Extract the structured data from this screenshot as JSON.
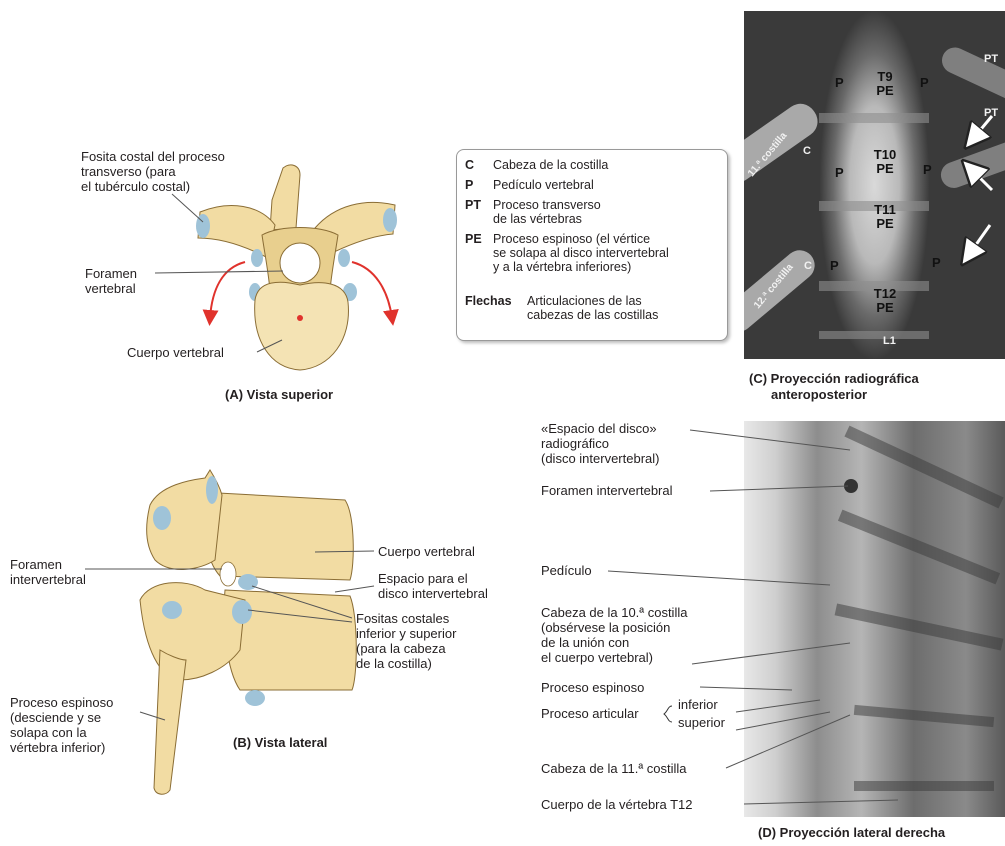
{
  "panelA": {
    "caption": "(A) Vista superior",
    "label_fosita": [
      "Fosita costal del proceso",
      "transverso (para",
      "el tubérculo costal)"
    ],
    "label_foramen": [
      "Foramen",
      "vertebral"
    ],
    "label_cuerpo": "Cuerpo vertebral"
  },
  "panelB": {
    "caption": "(B) Vista lateral",
    "label_foramen_iv": [
      "Foramen",
      "intervertebral"
    ],
    "label_proceso": [
      "Proceso espinoso",
      "(desciende y se",
      "solapa con la",
      "vértebra inferior)"
    ],
    "label_cuerpo": "Cuerpo vertebral",
    "label_espacio": [
      "Espacio para el",
      "disco intervertebral"
    ],
    "label_fositas": [
      "Fositas costales",
      "inferior y superior",
      "(para la cabeza",
      "de la costilla)"
    ]
  },
  "legend": {
    "items": [
      {
        "key": "C",
        "text": [
          "Cabeza de la costilla"
        ]
      },
      {
        "key": "P",
        "text": [
          "Pedículo vertebral"
        ]
      },
      {
        "key": "PT",
        "text": [
          "Proceso transverso",
          "de las vértebras"
        ]
      },
      {
        "key": "PE",
        "text": [
          "Proceso espinoso (el vértice",
          "se solapa al disco intervertebral",
          "y a la vértebra inferiores)"
        ]
      },
      {
        "key": "Flechas",
        "text": [
          "Articulaciones de las",
          "cabezas de las costillas"
        ]
      }
    ]
  },
  "panelC": {
    "caption": [
      "(C) Proyección radiográfica",
      "anteroposterior"
    ],
    "marks": {
      "t9": "T9",
      "t10": "T10",
      "t11": "T11",
      "t12": "T12",
      "pe": "PE",
      "p": "P",
      "l1": "L1",
      "pt": "PT",
      "c": "C",
      "rib11": "11.ª costilla",
      "rib12": "12.ª costilla"
    }
  },
  "panelD": {
    "caption": "(D) Proyección lateral derecha",
    "label_espacio": [
      "«Espacio del disco»",
      "radiográfico",
      "(disco intervertebral)"
    ],
    "label_foramen": "Foramen intervertebral",
    "label_pediculo": "Pedículo",
    "label_cabeza10": [
      "Cabeza de la 10.ª costilla",
      "(obsérvese la posición",
      "de la unión con",
      "el cuerpo vertebral)"
    ],
    "label_proceso": "Proceso espinoso",
    "label_articular": "Proceso articular",
    "label_inferior": "inferior",
    "label_superior": "superior",
    "label_cabeza11": "Cabeza de la 11.ª costilla",
    "label_cuerpo12": "Cuerpo de la vértebra T12"
  },
  "colors": {
    "bone": "#f2dca3",
    "bone_dark": "#c9ab6a",
    "cartilage": "#9fc3d8",
    "arrow_red": "#e0322c"
  }
}
